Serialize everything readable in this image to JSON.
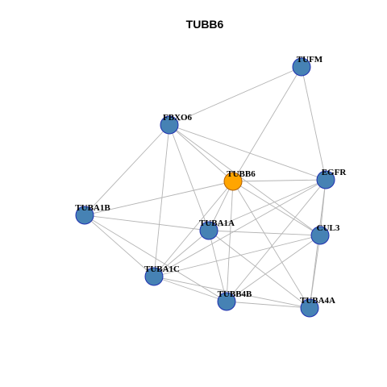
{
  "title": "TUBB6",
  "colors": {
    "node_fill": "#4682b4",
    "node_stroke": "#1f2fb0",
    "center_fill": "#ffa500",
    "center_stroke": "#b25f00",
    "edge": "#b4b4b4"
  },
  "network": {
    "center": "TUBB6",
    "nodes": [
      "TUFM",
      "FBXO6",
      "TUBB6",
      "EGFR",
      "TUBA1B",
      "TUBA1A",
      "CUL3",
      "TUBA1C",
      "TUBB4B",
      "TUBA4A"
    ],
    "edges": [
      [
        "TUFM",
        "FBXO6"
      ],
      [
        "TUFM",
        "TUBB6"
      ],
      [
        "TUFM",
        "EGFR"
      ],
      [
        "FBXO6",
        "TUBB6"
      ],
      [
        "FBXO6",
        "EGFR"
      ],
      [
        "FBXO6",
        "TUBA1B"
      ],
      [
        "FBXO6",
        "TUBA1A"
      ],
      [
        "FBXO6",
        "TUBA1C"
      ],
      [
        "FBXO6",
        "CUL3"
      ],
      [
        "TUBB6",
        "EGFR"
      ],
      [
        "TUBB6",
        "TUBA1B"
      ],
      [
        "TUBB6",
        "TUBA1A"
      ],
      [
        "TUBB6",
        "TUBA1C"
      ],
      [
        "TUBB6",
        "TUBB4B"
      ],
      [
        "TUBB6",
        "TUBA4A"
      ],
      [
        "TUBB6",
        "CUL3"
      ],
      [
        "EGFR",
        "TUBA1A"
      ],
      [
        "EGFR",
        "CUL3"
      ],
      [
        "EGFR",
        "TUBB4B"
      ],
      [
        "EGFR",
        "TUBA4A"
      ],
      [
        "EGFR",
        "TUBA1C"
      ],
      [
        "TUBA1B",
        "TUBA1A"
      ],
      [
        "TUBA1B",
        "TUBA1C"
      ],
      [
        "TUBA1B",
        "TUBB4B"
      ],
      [
        "TUBA1A",
        "CUL3"
      ],
      [
        "TUBA1A",
        "TUBB4B"
      ],
      [
        "TUBA1A",
        "TUBA4A"
      ],
      [
        "TUBA1A",
        "TUBA1C"
      ],
      [
        "CUL3",
        "TUBA1C"
      ],
      [
        "CUL3",
        "TUBB4B"
      ],
      [
        "CUL3",
        "TUBA4A"
      ],
      [
        "TUBA1C",
        "TUBB4B"
      ],
      [
        "TUBA1C",
        "TUBA4A"
      ],
      [
        "TUBB4B",
        "TUBA4A"
      ]
    ]
  }
}
